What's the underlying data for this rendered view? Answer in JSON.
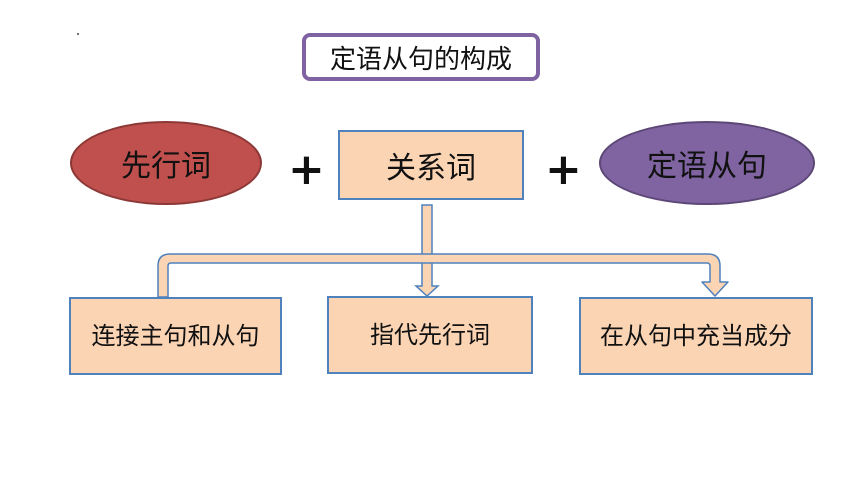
{
  "title": "定语从句的构成",
  "components": {
    "antecedent": "先行词",
    "relative_word": "关系词",
    "attributive_clause": "定语从句",
    "plus": "+"
  },
  "functions": [
    "连接主句和从句",
    "指代先行词",
    "在从句中充当成分"
  ],
  "colors": {
    "antecedent_fill": "#c0504d",
    "clause_fill": "#8064a2",
    "box_fill": "#fbd4b4",
    "box_border": "#4f81bd",
    "title_border": "#7f62a1"
  }
}
